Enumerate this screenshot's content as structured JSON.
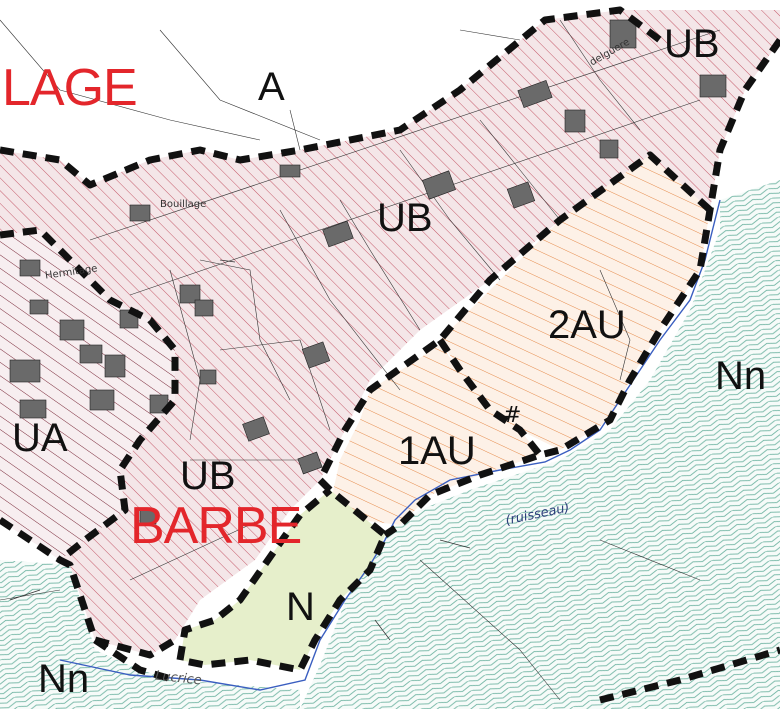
{
  "zones": {
    "ub_top_right": "UB",
    "a": "A",
    "ub_center": "UB",
    "au2": "2AU",
    "nn_right": "Nn",
    "au1": "1AU",
    "ua": "UA",
    "ub_lower": "UB",
    "n": "N",
    "nn_bottom_left": "Nn"
  },
  "place_names": {
    "village_partial": "LAGE",
    "barbe": "BARBE"
  },
  "lieux_dits": {
    "bouillage": "Bouillage",
    "hermitage": "Hermitage",
    "dalguere": "delguere",
    "ruisseau": "(ruisseau)",
    "lucrice": "Lucrice"
  },
  "symbols": {
    "hash": "#"
  },
  "colors": {
    "ub_hatch": "#c55a6a",
    "ub_fill": "#f4e6e8",
    "au_hatch": "#e58a4a",
    "au_fill": "#fdf1e7",
    "n_fill": "#e6efcb",
    "nn_hatch": "#6fb4a2",
    "boundary": "#111111",
    "place_label": "#e3262b",
    "stream": "#3a5ec0"
  }
}
